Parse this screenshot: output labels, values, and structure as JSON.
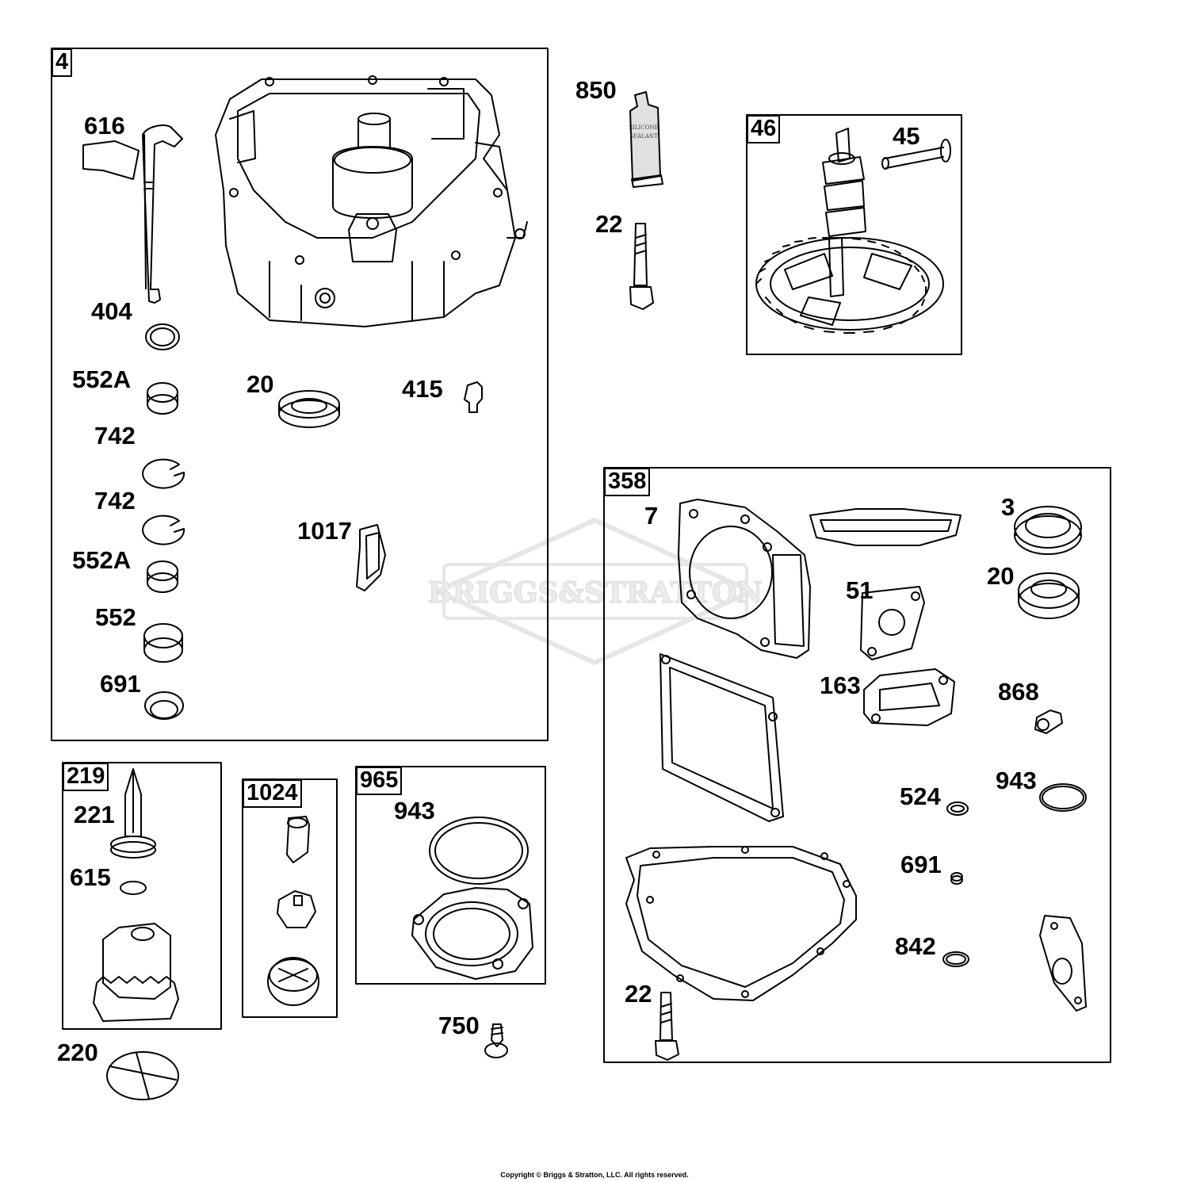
{
  "watermark": "BRIGGS&STRATTON",
  "tube_text": [
    "SILICONE",
    "SEALANT"
  ],
  "copyright": "Copyright © Briggs & Stratton, LLC. All rights reserved.",
  "groups": [
    {
      "id": "4",
      "label": "4"
    },
    {
      "id": "46",
      "label": "46"
    },
    {
      "id": "358",
      "label": "358"
    },
    {
      "id": "219",
      "label": "219"
    },
    {
      "id": "1024",
      "label": "1024"
    },
    {
      "id": "965",
      "label": "965"
    }
  ],
  "parts": {
    "p616": "616",
    "p404": "404",
    "p552a_1": "552A",
    "p742_1": "742",
    "p742_2": "742",
    "p552a_2": "552A",
    "p552": "552",
    "p691_1": "691",
    "p20_1": "20",
    "p415": "415",
    "p1017": "1017",
    "p850": "850",
    "p22_1": "22",
    "p45": "45",
    "p7": "7",
    "p3": "3",
    "p20_2": "20",
    "p51": "51",
    "p163": "163",
    "p868": "868",
    "p524": "524",
    "p943_1": "943",
    "p691_2": "691",
    "p842": "842",
    "p22_2": "22",
    "p221": "221",
    "p615": "615",
    "p220": "220",
    "p943_2": "943",
    "p750": "750"
  }
}
